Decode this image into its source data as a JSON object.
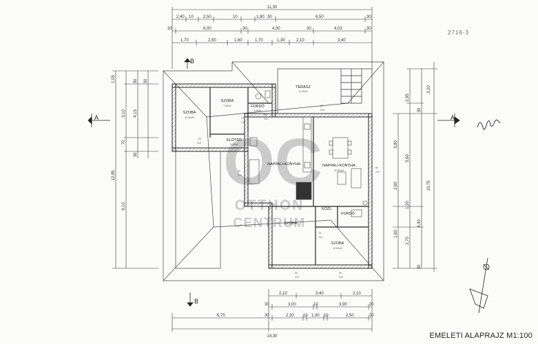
{
  "caption": "EMELETI ALAPRAJZ M1:100",
  "sheet_ref": "2716-3",
  "watermark": {
    "logo": "OC",
    "line1": "OTTHON",
    "line2": "CENTRUM"
  },
  "section_markers": {
    "a": "A",
    "b": "B"
  },
  "rooms": {
    "szoba_nw": {
      "name": "SZOBA",
      "area": "10,90m2"
    },
    "szoba_n": {
      "name": "SZOBA",
      "area": "7,80m2"
    },
    "furdo_n": {
      "name": "FÜRDŐ",
      "area": "3,40m2"
    },
    "eloter": {
      "name": "ELŐTÉR",
      "area": "5,20m2"
    },
    "terasz": {
      "name": "TERASZ",
      "area": "11,40m2"
    },
    "nappali_left": {
      "name": "NAPPALI-KONYHA",
      "area": ""
    },
    "nappali_right": {
      "name": "NAPPALI-KONYHA",
      "area": "52,40m2"
    },
    "kozlekedo": {
      "name": "KÖZL.",
      "area": ""
    },
    "furdo_s": {
      "name": "FÜRDŐ",
      "area": ""
    },
    "szoba_s1": {
      "name": "SZOBA",
      "area": ""
    },
    "szoba_s2": {
      "name": "SZOBA",
      "area": "10,50m2"
    }
  },
  "dims": {
    "top_total": "11,30",
    "top1": [
      "2,40",
      "10",
      "2,50",
      "10",
      "1,80",
      "30",
      "6,50",
      "30"
    ],
    "top2": [
      "30",
      "8,00",
      "30",
      "4,30",
      "30",
      "4,03",
      "30"
    ],
    "top3": [
      "1,70",
      "2,50",
      "1,60",
      "1,70",
      "1,30",
      "2,10",
      "3,40"
    ],
    "bottom1": [
      "2,10",
      "3,40",
      "2,10"
    ],
    "bottom2": [
      "30",
      "3,00",
      "10",
      "3,90",
      "30"
    ],
    "bottom3": [
      "30",
      "2,30",
      "10",
      "1,30",
      "10",
      "2,50",
      "30"
    ],
    "bottom_a": "6,70",
    "bottom_total": "14,30",
    "left1": [
      "1,05",
      "3,10",
      "4,15"
    ],
    "left2": [
      "30",
      "30",
      "70",
      "30"
    ],
    "left_total1": "12,85",
    "left_total2": "9,10",
    "right1": [
      "3,20",
      "2,95",
      "30",
      "3,80",
      "5,60",
      "2,60",
      "1,20",
      "4,30",
      "2,70",
      "1,60",
      "30"
    ],
    "right_total": "10,75",
    "door_labels": [
      "90",
      "210",
      "70",
      "210",
      "60",
      "210",
      "90",
      "210",
      "80",
      "210",
      "90",
      "210",
      "70",
      "210",
      "90",
      "210",
      "90",
      "210"
    ]
  }
}
